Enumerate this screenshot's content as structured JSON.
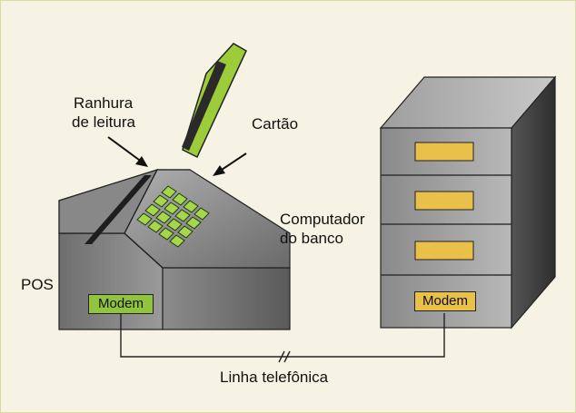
{
  "labels": {
    "slot_line1": "Ranhura",
    "slot_line2": "de leitura",
    "card": "Cartão",
    "bank_line1": "Computador",
    "bank_line2": "do banco",
    "pos": "POS",
    "pos_modem": "Modem",
    "bank_modem": "Modem",
    "phone_line": "Linha telefônica"
  },
  "colors": {
    "card_green": "#9ccc3a",
    "keypad_green": "#a6d64a",
    "modem_green": "#8fc43c",
    "drawer_yellow": "#e8c04a",
    "background": "#f7f3e4"
  }
}
